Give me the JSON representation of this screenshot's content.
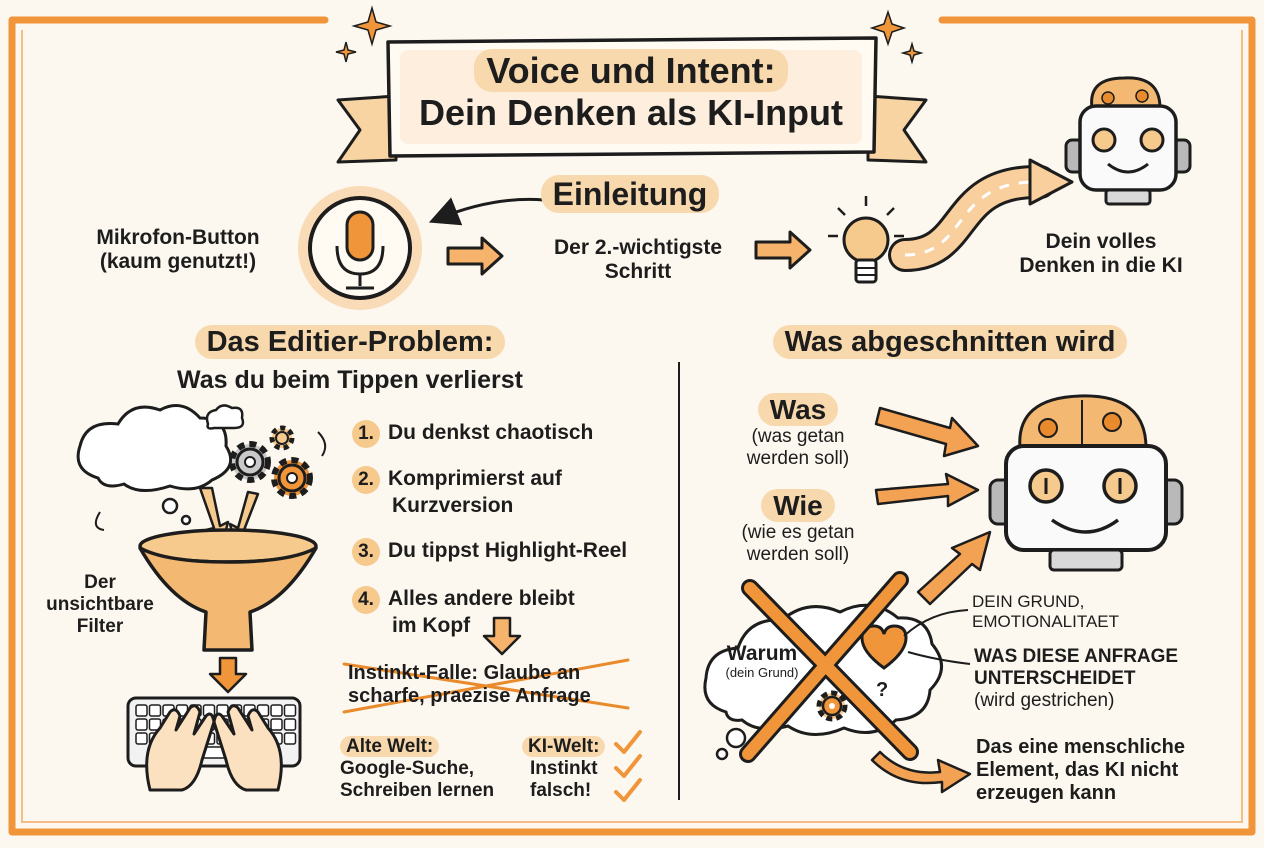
{
  "title": {
    "line1": "Voice und Intent:",
    "line2": "Dein Denken als KI-Input"
  },
  "intro": {
    "heading": "Einleitung",
    "mic_label_1": "Mikrofon-Button",
    "mic_label_2": "(kaum genutzt!)",
    "step_label_1": "Der 2.-wichtigste",
    "step_label_2": "Schritt",
    "result_1": "Dein volles",
    "result_2": "Denken in die KI"
  },
  "editing": {
    "heading": "Das Editier-Problem:",
    "subheading": "Was du beim Tippen verlierst",
    "filter_label_1": "Der",
    "filter_label_2": "unsichtbare",
    "filter_label_3": "Filter",
    "steps": [
      {
        "num": "1.",
        "text": "Du denkst chaotisch"
      },
      {
        "num": "2.",
        "text": "Komprimierst auf",
        "text2": "Kurzversion"
      },
      {
        "num": "3.",
        "text": "Du tippst Highlight-Reel"
      },
      {
        "num": "4.",
        "text": "Alles andere bleibt",
        "text2": "im Kopf"
      }
    ],
    "trap_1": "Instinkt-Falle: Glaube an",
    "trap_2": "scharfe, praezise Anfrage",
    "old_world_title": "Alte Welt:",
    "old_world_1": "Google-Suche,",
    "old_world_2": "Schreiben lernen",
    "ki_world_title": "KI-Welt:",
    "ki_world_1": "Instinkt",
    "ki_world_2": "falsch!"
  },
  "cut": {
    "heading": "Was abgeschnitten wird",
    "was_title": "Was",
    "was_1": "(was getan",
    "was_2": "werden soll)",
    "wie_title": "Wie",
    "wie_1": "(wie es getan",
    "wie_2": "werden soll)",
    "warum_title": "Warum",
    "warum_sub": "(dein Grund)",
    "reason_1": "DEIN GRUND,",
    "reason_2": "EMOTIONALITAET",
    "diff_1": "WAS DIESE ANFRAGE",
    "diff_2": "UNTERSCHEIDET",
    "diff_3": "(wird gestrichen)",
    "human_1": "Das eine menschliche",
    "human_2": "Element, das KI nicht",
    "human_3": "erzeugen kann"
  },
  "colors": {
    "accent": "#f0953a",
    "highlight": "#f8d9ad",
    "ink": "#1d1d1d",
    "paper": "#fdf8ef"
  }
}
